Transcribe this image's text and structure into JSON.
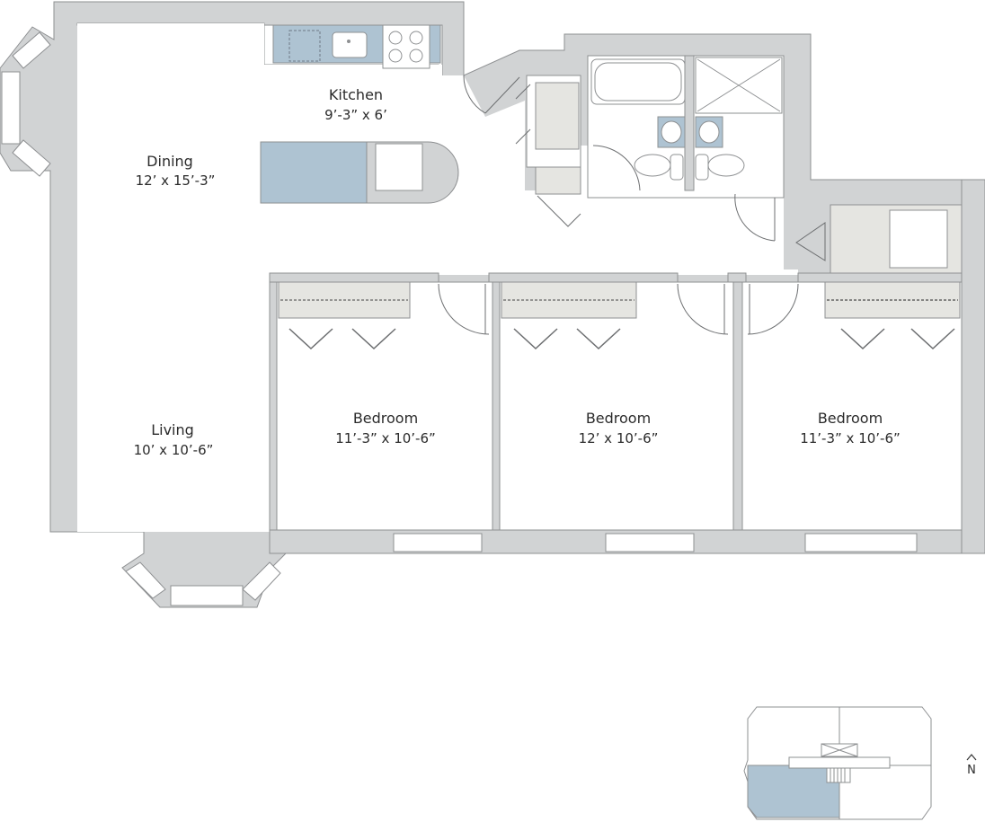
{
  "plan": {
    "rooms": [
      {
        "name": "Kitchen",
        "dimensions": "9’-3” x 6’"
      },
      {
        "name": "Dining",
        "dimensions": "12’ x 15’-3”"
      },
      {
        "name": "Living",
        "dimensions": "10’ x 10’-6”"
      },
      {
        "name": "Bedroom",
        "dimensions": "11’-3” x 10’-6”"
      },
      {
        "name": "Bedroom",
        "dimensions": "12’ x 10’-6”"
      },
      {
        "name": "Bedroom",
        "dimensions": "11’-3” x 10’-6”"
      }
    ],
    "north_label": "N"
  },
  "colors": {
    "wall": "#d1d3d4",
    "wall_stroke": "#8e9092",
    "fixture_blue": "#aec3d2",
    "closet": "#e5e5e1",
    "unit_highlight": "#aec3d2"
  },
  "icons": [
    "north-arrow-icon"
  ]
}
